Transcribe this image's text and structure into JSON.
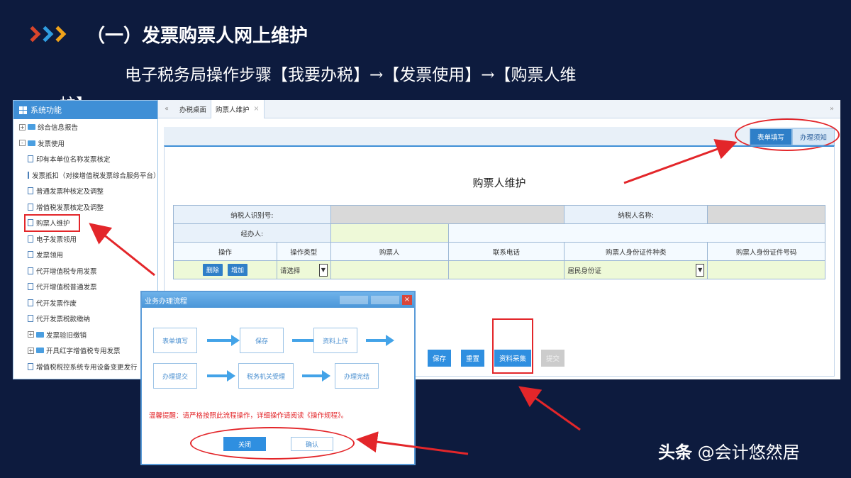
{
  "slide": {
    "title": "（一）发票购票人网上维护",
    "subtitle": "电子税务局操作步骤【我要办税】→【发票使用】→【购票人维",
    "subtitle_cont": "护】"
  },
  "sidebar": {
    "header": "系统功能",
    "items": [
      {
        "label": "综合信息报告",
        "kind": "folder",
        "pm": "+"
      },
      {
        "label": "发票使用",
        "kind": "folder",
        "pm": "-"
      },
      {
        "label": "印有本单位名称发票核定",
        "kind": "doc"
      },
      {
        "label": "发票抵扣（对接增值税发票综合服务平台）",
        "kind": "doc"
      },
      {
        "label": "普通发票种核定及调整",
        "kind": "doc"
      },
      {
        "label": "增值税发票核定及调整",
        "kind": "doc"
      },
      {
        "label": "购票人维护",
        "kind": "doc",
        "highlight": true
      },
      {
        "label": "电子发票领用",
        "kind": "doc"
      },
      {
        "label": "发票领用",
        "kind": "doc"
      },
      {
        "label": "代开增值税专用发票",
        "kind": "doc"
      },
      {
        "label": "代开增值税普通发票",
        "kind": "doc"
      },
      {
        "label": "代开发票作废",
        "kind": "doc"
      },
      {
        "label": "代开发票税款缴纳",
        "kind": "doc"
      },
      {
        "label": "发票验旧缴销",
        "kind": "folder",
        "pm": "+"
      },
      {
        "label": "开具红字增值税专用发票",
        "kind": "folder",
        "pm": "+"
      },
      {
        "label": "增值税税控系统专用设备变更发行",
        "kind": "doc"
      }
    ]
  },
  "main": {
    "tabs": [
      "办税桌面",
      "购票人维护"
    ],
    "form_tabs": [
      "表单填写",
      "办理须知"
    ],
    "form_title": "购票人维护",
    "fields": {
      "taxpayer_id_label": "纳税人识别号:",
      "taxpayer_name_label": "纳税人名称:",
      "handler_label": "经办人:"
    },
    "columns": [
      "操作",
      "操作类型",
      "购票人",
      "联系电话",
      "购票人身份证件种类",
      "购票人身份证件号码"
    ],
    "row": {
      "delete": "删除",
      "add": "增加",
      "op_type": "请选择",
      "id_type": "居民身份证"
    },
    "actions": [
      "保存",
      "重置",
      "资料采集",
      "提交"
    ]
  },
  "dialog": {
    "title": "业务办理流程",
    "steps_row1": [
      "表单填写",
      "保存",
      "资料上传"
    ],
    "steps_row2": [
      "办理提交",
      "税务机关受理",
      "办理完结"
    ],
    "tip": "温馨提醒：请严格按照此流程操作，详细操作请阅读《操作规程》。",
    "close": "关闭",
    "confirm": "确认"
  },
  "watermark": {
    "brand": "头条",
    "author": "@会计悠然居"
  },
  "colors": {
    "background": "#0d1b3e",
    "accent": "#2f8fe0",
    "highlight": "#e3262a"
  }
}
